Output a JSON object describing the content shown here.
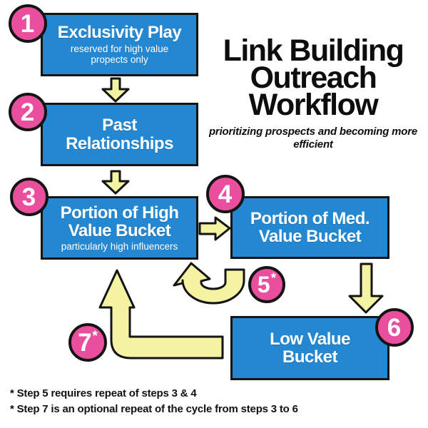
{
  "title": {
    "lines": [
      "Link Building",
      "Outreach",
      "Workflow"
    ],
    "subtitle": "prioritizing prospects and becoming more efficient"
  },
  "steps": [
    {
      "number": "1",
      "asterisk": "",
      "label": "Exclusivity Play",
      "sublabel": "reserved for high value propects only"
    },
    {
      "number": "2",
      "asterisk": "",
      "label": "Past Relationships",
      "sublabel": ""
    },
    {
      "number": "3",
      "asterisk": "",
      "label": "Portion of High Value Bucket",
      "sublabel": "particularly high influencers"
    },
    {
      "number": "4",
      "asterisk": "",
      "label": "Portion of Med. Value Bucket",
      "sublabel": ""
    },
    {
      "number": "5",
      "asterisk": "*",
      "label": "",
      "sublabel": ""
    },
    {
      "number": "6",
      "asterisk": "",
      "label": "Low Value Bucket",
      "sublabel": ""
    },
    {
      "number": "7",
      "asterisk": "*",
      "label": "",
      "sublabel": ""
    }
  ],
  "footnotes": [
    "* Step 5 requires repeat of steps 3 & 4",
    "* Step 7 is an optional repeat of the cycle from steps 3 to 6"
  ],
  "colors": {
    "box-blue": "#2387d1",
    "badge-pink": "#ea4f9e",
    "arrow-yellow": "#f3f3a1",
    "outline-black": "#141414",
    "title-black": "#0d0d0d"
  }
}
